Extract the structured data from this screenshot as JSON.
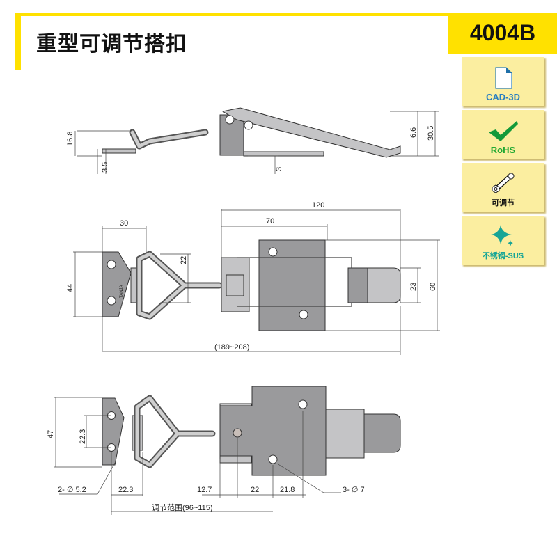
{
  "header": {
    "title": "重型可调节搭扣",
    "model": "4004B"
  },
  "badges": [
    {
      "label": "CAD-3D",
      "icon": "document-icon",
      "color": "#2a7fc0"
    },
    {
      "label": "RoHS",
      "icon": "checkmark-icon",
      "color": "#22a832"
    },
    {
      "label": "可调节",
      "icon": "wrench-icon",
      "color": "#111111"
    },
    {
      "label": "不锈钢-SUS",
      "icon": "sparkle-icon",
      "color": "#17a596"
    }
  ],
  "side_view": {
    "dims": [
      "16.8",
      "3.5",
      "3",
      "6.6",
      "30.5"
    ]
  },
  "top_view": {
    "dims": [
      "30",
      "120",
      "70",
      "22",
      "44",
      "23",
      "60",
      "(189~208)"
    ],
    "marking": "TANJA"
  },
  "front_view": {
    "dims": [
      "47",
      "22.3",
      "2- ∅ 5.2",
      "22.3",
      "12.7",
      "22",
      "21.8",
      "3- ∅ 7",
      "调节范围(96~115)"
    ]
  }
}
